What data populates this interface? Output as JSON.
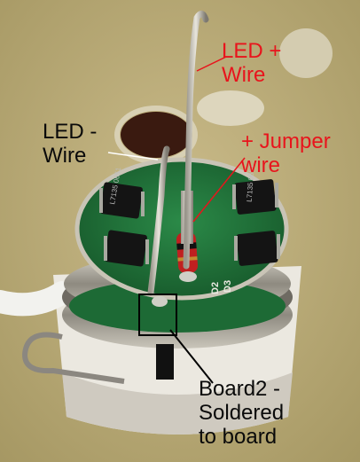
{
  "annotations": {
    "led_plus": "LED +\nWire",
    "led_minus": "LED -\nWire",
    "jumper": "+ Jumper\nwire",
    "board2": "Board2 -\nSoldered\nto board"
  },
  "pcb_markings": {
    "regulator_text": "L7135\n0651",
    "silkscreen_d2": "D2",
    "silkscreen_d3": "D3"
  },
  "colors": {
    "annotation_red": "#e8141c",
    "annotation_black": "#0a0a0a",
    "pcb_green": "#1f7a3a",
    "background": "#b8a878"
  }
}
